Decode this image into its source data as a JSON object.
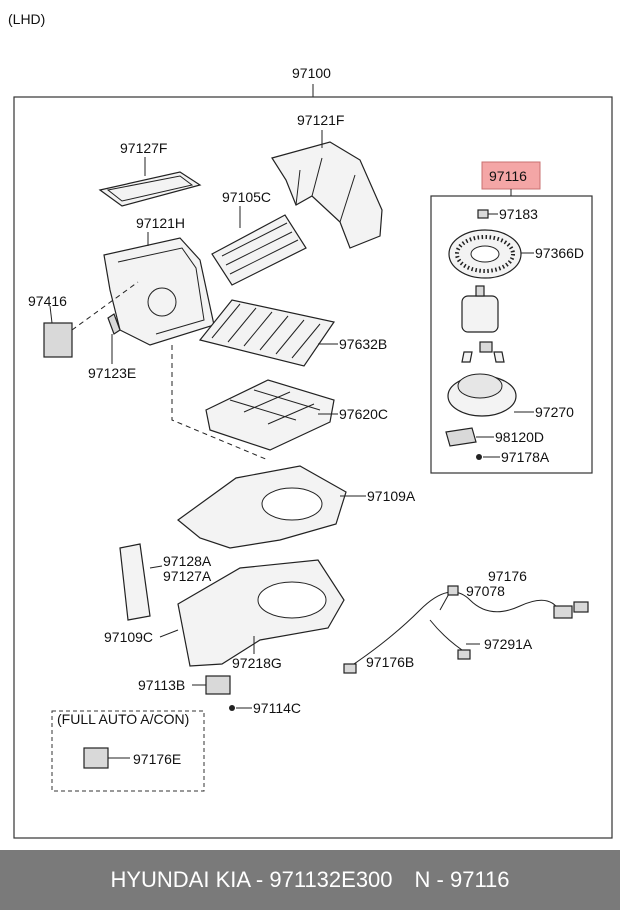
{
  "corner_label": "(LHD)",
  "assembly_number": "97100",
  "highlight_color": "#f4a6a6",
  "callouts": {
    "c97121F": "97121F",
    "c97127F": "97127F",
    "c97105C": "97105C",
    "c97121H": "97121H",
    "c97416": "97416",
    "c97123E": "97123E",
    "c97632B": "97632B",
    "c97620C": "97620C",
    "c97109A": "97109A",
    "c97128A": "97128A",
    "c97127A": "97127A",
    "c97109C": "97109C",
    "c97218G": "97218G",
    "c97113B": "97113B",
    "c97114C": "97114C",
    "c97176E": "97176E",
    "c97116": "97116",
    "c97183": "97183",
    "c97366D": "97366D",
    "c97270": "97270",
    "c98120D": "98120D",
    "c97178A": "97178A",
    "c97176": "97176",
    "c97078": "97078",
    "c97291A": "97291A",
    "c97176B": "97176B"
  },
  "option_box_label": "(FULL AUTO A/CON)",
  "footer": {
    "part_ref": "HYUNDAI  KIA - 971132E300",
    "diagram_ref": "N - 97116"
  }
}
